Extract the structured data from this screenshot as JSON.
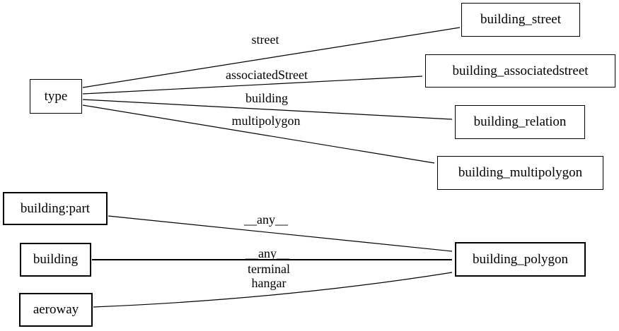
{
  "diagram": {
    "type": "directed-graph",
    "colors": {
      "background": "#ffffff",
      "node_border": "#000000",
      "edge_stroke": "#000000",
      "text": "#000000"
    },
    "nodes": [
      {
        "id": "type",
        "label": "type"
      },
      {
        "id": "building_street",
        "label": "building_street"
      },
      {
        "id": "building_associatedstreet",
        "label": "building_associatedstreet"
      },
      {
        "id": "building_relation",
        "label": "building_relation"
      },
      {
        "id": "building_multipolygon",
        "label": "building_multipolygon"
      },
      {
        "id": "building:part",
        "label": "building:part"
      },
      {
        "id": "building",
        "label": "building"
      },
      {
        "id": "aeroway",
        "label": "aeroway"
      },
      {
        "id": "building_polygon",
        "label": "building_polygon"
      }
    ],
    "edges": [
      {
        "from": "type",
        "to": "building_street",
        "label": "street"
      },
      {
        "from": "type",
        "to": "building_associatedstreet",
        "label": "associatedStreet"
      },
      {
        "from": "type",
        "to": "building_relation",
        "label": "building"
      },
      {
        "from": "type",
        "to": "building_multipolygon",
        "label": "multipolygon"
      },
      {
        "from": "building:part",
        "to": "building_polygon",
        "label": "__any__"
      },
      {
        "from": "building",
        "to": "building_polygon",
        "label": "__any__"
      },
      {
        "from": "aeroway",
        "to": "building_polygon",
        "label": "terminal\nhangar"
      }
    ]
  }
}
